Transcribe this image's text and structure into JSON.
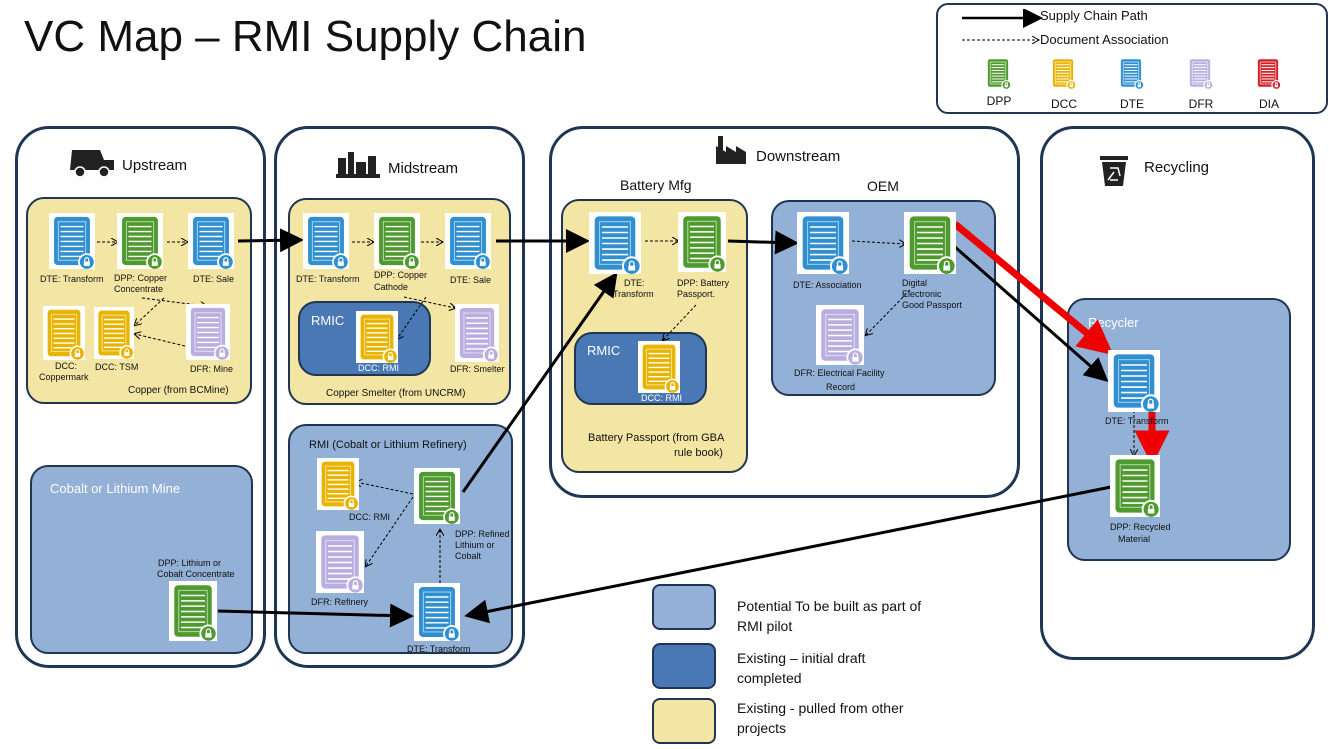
{
  "title": "VC Map – RMI Supply Chain",
  "legend": {
    "supply_chain_path": "Supply Chain Path",
    "document_association": "Document Association",
    "doc_types": [
      {
        "code": "DPP",
        "color": "#4f9a2f",
        "icon": "document-lock-icon"
      },
      {
        "code": "DCC",
        "color": "#e8b400",
        "icon": "document-lock-icon"
      },
      {
        "code": "DTE",
        "color": "#2f8fd0",
        "icon": "document-lock-icon"
      },
      {
        "code": "DFR",
        "color": "#b9aee0",
        "icon": "document-lock-icon"
      },
      {
        "code": "DIA",
        "color": "#d0202a",
        "icon": "document-lock-icon"
      }
    ]
  },
  "stages": {
    "upstream": "Upstream",
    "midstream": "Midstream",
    "downstream": "Downstream",
    "recycling": "Recycling",
    "battery_mfg": "Battery Mfg",
    "oem": "OEM"
  },
  "panels": {
    "copper_mine": "Copper (from BCMine)",
    "copper_smelter": "Copper Smelter (from UNCRM)",
    "rmi_refinery": "RMI (Cobalt or Lithium Refinery)",
    "cobalt_mine": "Cobalt or Lithium Mine",
    "rmic_1": "RMIC",
    "rmic_2": "RMIC",
    "battery_passport_1": "Battery Passport (from GBA",
    "battery_passport_2": "rule book)",
    "recycler": "Recycler"
  },
  "docs": {
    "up_dte_transform": "DTE: Transform",
    "up_dpp_1": "DPP: Copper",
    "up_dpp_2": "Concentrate",
    "up_dte_sale": "DTE: Sale",
    "up_dcc_cm_1": "DCC:",
    "up_dcc_cm_2": "Coppermark",
    "up_dcc_tsm": "DCC: TSM",
    "up_dfr_mine": "DFR: Mine",
    "mid_dte_transform": "DTE: Transform",
    "mid_dpp_1": "DPP: Copper",
    "mid_dpp_2": "Cathode",
    "mid_dte_sale": "DTE: Sale",
    "mid_dcc_rmi": "DCC: RMI",
    "mid_dfr_smelter": "DFR: Smelter",
    "ref_dcc_rmi": "DCC: RMI",
    "ref_dpp_1": "DPP: Refined",
    "ref_dpp_2": "Lithium or",
    "ref_dpp_3": "Cobalt",
    "ref_dfr": "DFR: Refinery",
    "ref_dte_transform": "DTE: Transform",
    "mine_dpp_1": "DPP: Lithium or",
    "mine_dpp_2": "Cobalt Concentrate",
    "bat_dte_1": "DTE:",
    "bat_dte_2": "Transform",
    "bat_dpp_1": "DPP: Battery",
    "bat_dpp_2": "Passport.",
    "bat_dcc_rmi": "DCC: RMI",
    "oem_dte": "DTE: Association",
    "oem_dpp_1": "Digital",
    "oem_dpp_2": "Electronic",
    "oem_dpp_3": "Good Passport",
    "oem_dfr_1": "DFR: Electrical Facility",
    "oem_dfr_2": "Record",
    "rec_dte": "DTE: Transform",
    "rec_dpp_1": "DPP: Recycled",
    "rec_dpp_2": "Material"
  },
  "key": {
    "potential_1": "Potential To be built as part of",
    "potential_2": "RMI pilot",
    "existing_draft_1": "Existing – initial draft",
    "existing_draft_2": "completed",
    "existing_pulled_1": "Existing - pulled from other",
    "existing_pulled_2": "projects"
  }
}
